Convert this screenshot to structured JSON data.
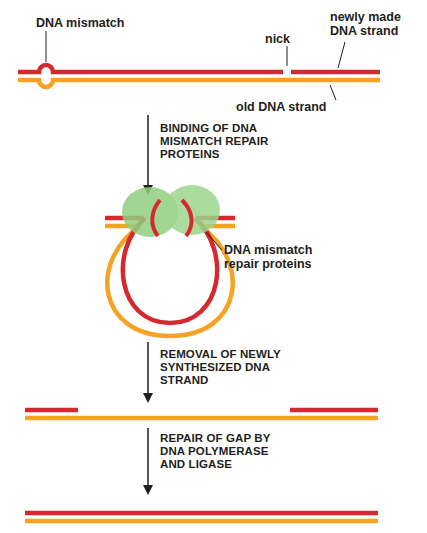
{
  "diagram": {
    "labels": [
      "DNA mismatch",
      "nick",
      "newly made DNA strand",
      "old DNA strand",
      "BINDING OF DNA MISMATCH REPAIR PROTEINS",
      "DNA mismatch repair proteins",
      "REMOVAL OF NEWLY SYNTHESIZED DNA STRAND",
      "REPAIR OF GAP BY DNA POLYMERASE AND LIGASE"
    ]
  }
}
